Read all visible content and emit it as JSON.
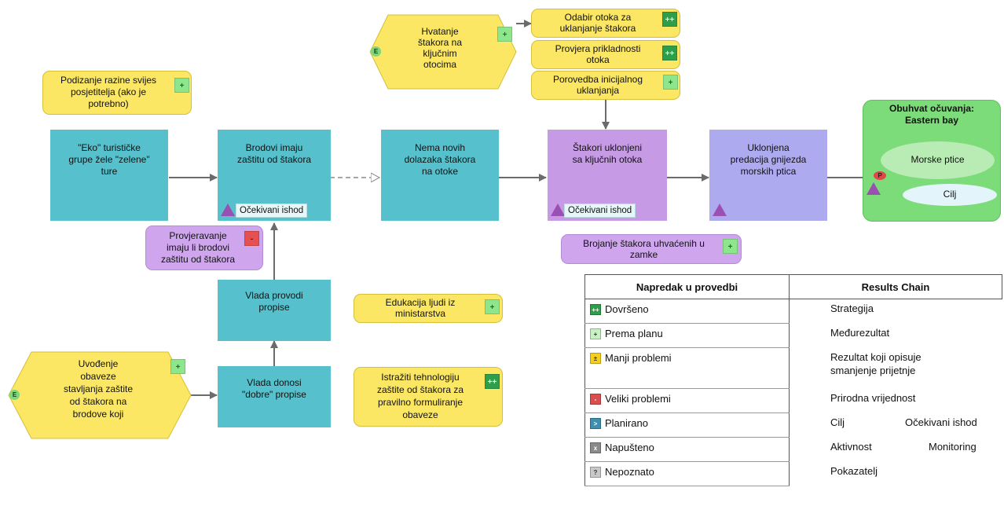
{
  "colors": {
    "strategy": "#56c1cc",
    "intermediate_result": "#c79ae6",
    "threat_result": "#aeaaf0",
    "activity": "#fbe763",
    "monitoring": "#cfa6ee",
    "target": "#7ddc7a",
    "badge_on_track": "#8ee68c",
    "badge_completed": "#2f9e4a",
    "badge_major_issues": "#e55050"
  },
  "boxes": {
    "eko": "\"Eko\" turističke\ngrupe žele \"zelene\"\nture",
    "brodovi": "Brodovi imaju\nzaštitu od štakora",
    "nema": "Nema novih\ndolazaka štakora\nna otoke",
    "stakori": "Štakori uklonjeni\nsa ključnih otoka",
    "uklonjena": "Uklonjena\npredacija gnijezda\nmorskih ptica",
    "vlada_provodi": "Vlada provodi\npropise",
    "vlada_donosi": "Vlada donosi\n\"dobre\" propise"
  },
  "tags": {
    "ocekivani_1": "Očekivani ishod",
    "ocekivani_2": "Očekivani ishod"
  },
  "activities": {
    "odabir": "Odabir otoka za\nuklanjanje štakora",
    "provjera": "Provjera prikladnosti\notoka",
    "porovedba": "Porovedba inicijalnog\nuklanjanja",
    "podizanje": "Podizanje razine svijes\nposjetitelja (ako je\npotrebno)",
    "edukacija": "Edukacija ljudi iz\nministarstva",
    "istraziti": "Istražiti tehnologiju\nzaštite od štakora za\npravilno formuliranje\nobaveze"
  },
  "hexagons": {
    "hvatanje": "Hvatanje\nštakora na\nključnim\notocima",
    "uvodenje": "Uvođenje\nobaveze\nstavljanja zaštite\nod štakora na\nbrodove koji"
  },
  "monitoring": {
    "provjeravanje": "Provjeravanje\nimaju li brodovi\nzaštitu od štakora",
    "brojanje": "Brojanje štakora uhvaćenih u\nzamke"
  },
  "badges": {
    "plus": "+",
    "plusplus": "++",
    "minus": "-",
    "e": "E",
    "p": "P"
  },
  "target": {
    "title": "Obuhvat očuvanja:\nEastern bay",
    "morske_ptice": "Morske ptice",
    "cilj": "Cilj"
  },
  "legend": {
    "header_progress": "Napredak u provedbi",
    "header_chain": "Results Chain",
    "rows": [
      {
        "symbol": "++",
        "color": "#2f9e4a",
        "label": "Dovršeno",
        "chain": "Strategija",
        "chain2": ""
      },
      {
        "symbol": "+",
        "color": "#c9f0c4",
        "label": "Prema planu",
        "chain": "Međurezultat",
        "chain2": ""
      },
      {
        "symbol": "±",
        "color": "#f5cf1c",
        "label": "Manji problemi",
        "chain": "Rezultat koji opisuje\nsmanjenje prijetnje",
        "chain2": ""
      },
      {
        "symbol": "-",
        "color": "#d94f4f",
        "label": "Veliki problemi",
        "chain": "Prirodna vrijednost",
        "chain2": ""
      },
      {
        "symbol": ">",
        "color": "#3d8fb0",
        "label": "Planirano",
        "chain": "Cilj",
        "chain2": "Očekivani ishod"
      },
      {
        "symbol": "x",
        "color": "#8a8a8a",
        "label": "Napušteno",
        "chain": "Aktivnost",
        "chain2": "Monitoring"
      },
      {
        "symbol": "?",
        "color": "#c8c8c8",
        "label": "Nepoznato",
        "chain": "Pokazatelj",
        "chain2": ""
      }
    ]
  }
}
